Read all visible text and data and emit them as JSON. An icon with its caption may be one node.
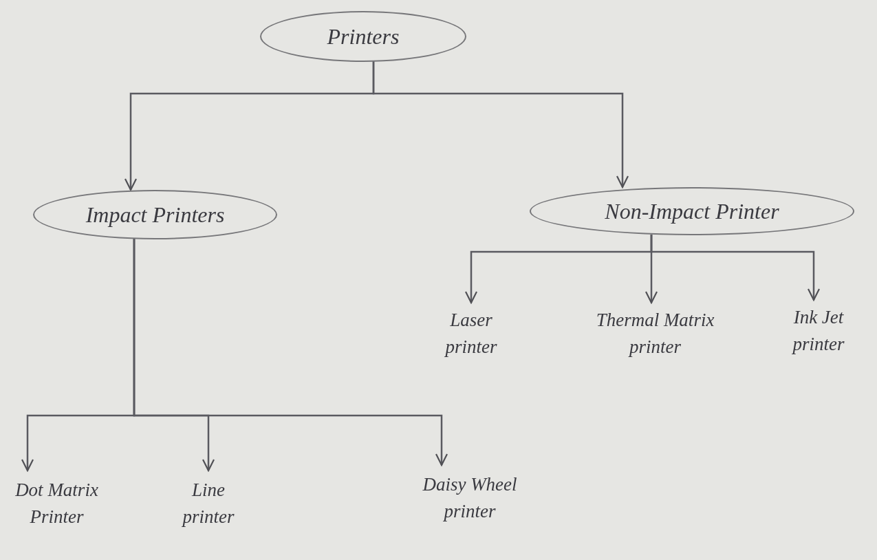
{
  "diagram": {
    "nodes": [
      {
        "text": [
          "Printers"
        ]
      },
      {
        "text": [
          "Impact Printers"
        ]
      },
      {
        "text": [
          "Non-Impact Printer"
        ]
      },
      {
        "text": [
          "Laser printer"
        ]
      },
      {
        "text": [
          "Thermal Matrix printer"
        ]
      },
      {
        "text": [
          "Ink Jet printer"
        ]
      },
      {
        "text": [
          "Dot Matrix Printer"
        ]
      },
      {
        "text": [
          "Line printer"
        ]
      },
      {
        "text": [
          "Daisy Wheel printer"
        ]
      }
    ],
    "edges": [
      {
        "from": 0,
        "to": 1,
        "arrow": "to"
      },
      {
        "from": 0,
        "to": 2,
        "arrow": "to"
      },
      {
        "from": 2,
        "to": 3,
        "arrow": "to"
      },
      {
        "from": 2,
        "to": 4,
        "arrow": "to"
      },
      {
        "from": 2,
        "to": 5,
        "arrow": "to"
      },
      {
        "from": 1,
        "to": 6,
        "arrow": "to"
      },
      {
        "from": 1,
        "to": 7,
        "arrow": "to"
      },
      {
        "from": 1,
        "to": 8,
        "arrow": "to"
      }
    ]
  }
}
